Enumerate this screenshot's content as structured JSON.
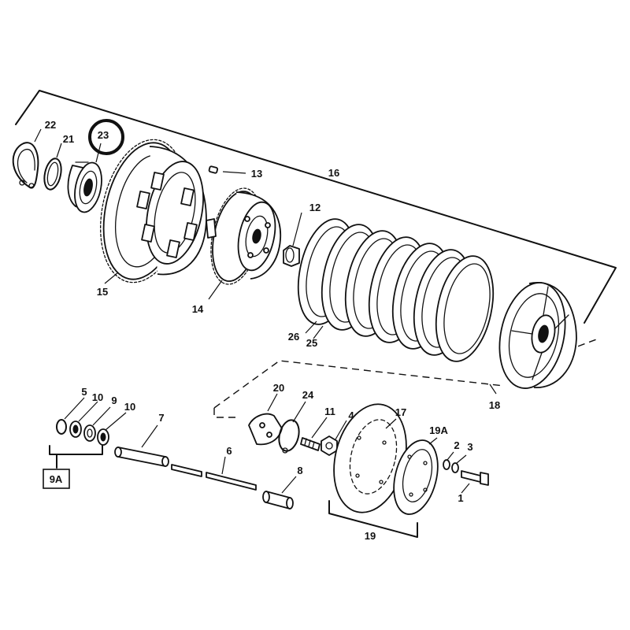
{
  "labels": {
    "p1": "1",
    "p2": "2",
    "p3": "3",
    "p4": "4",
    "p5": "5",
    "p6": "6",
    "p7": "7",
    "p8": "8",
    "p9": "9",
    "p9a": "9A",
    "p10a": "10",
    "p10b": "10",
    "p11": "11",
    "p12": "12",
    "p13": "13",
    "p14": "14",
    "p15": "15",
    "p16": "16",
    "p17": "17",
    "p18": "18",
    "p19": "19",
    "p19a": "19A",
    "p20": "20",
    "p21": "21",
    "p22": "22",
    "p23": "23",
    "p24": "24",
    "p25": "25",
    "p26": "26"
  },
  "highlight": {
    "part": "23",
    "color": "#111111"
  }
}
